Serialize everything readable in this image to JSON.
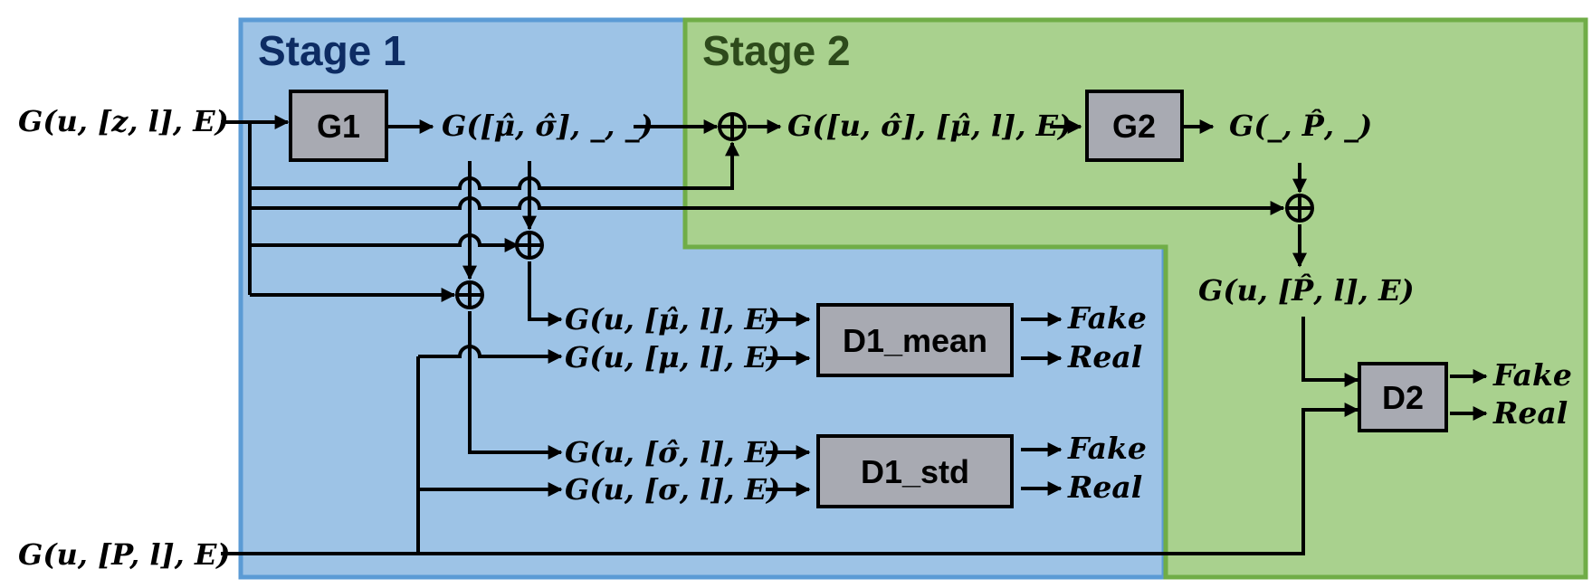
{
  "stages": {
    "stage1_title": "Stage 1",
    "stage2_title": "Stage 2",
    "stage1_color": "#9dc3e6",
    "stage1_border": "#5b9bd5",
    "stage2_color": "#a9d18e",
    "stage2_border": "#70ad47"
  },
  "blocks": {
    "g1": "G1",
    "g2": "G2",
    "d1_mean": "D1_mean",
    "d1_std": "D1_std",
    "d2": "D2"
  },
  "signals": {
    "input_generated": "G(u, [z, l], E)",
    "input_real": "G(u, [P, l], E)",
    "g1_output": "G([μ̂, σ̂], _, _)",
    "g2_input": "G([u, σ̂], [μ̂, l], E)",
    "g2_output": "G(_, P̂, _)",
    "d2_fake_input": "G(u, [P̂, l], E)",
    "mean_fake": "G(u, [μ̂, l], E)",
    "mean_real": "G(u, [μ, l], E)",
    "std_fake": "G(u, [σ̂, l], E)",
    "std_real": "G(u, [σ, l], E)"
  },
  "outputs": {
    "fake": "Fake",
    "real": "Real"
  },
  "icons": {
    "concat": "circle-plus-icon",
    "arrow": "arrow-right-icon"
  }
}
